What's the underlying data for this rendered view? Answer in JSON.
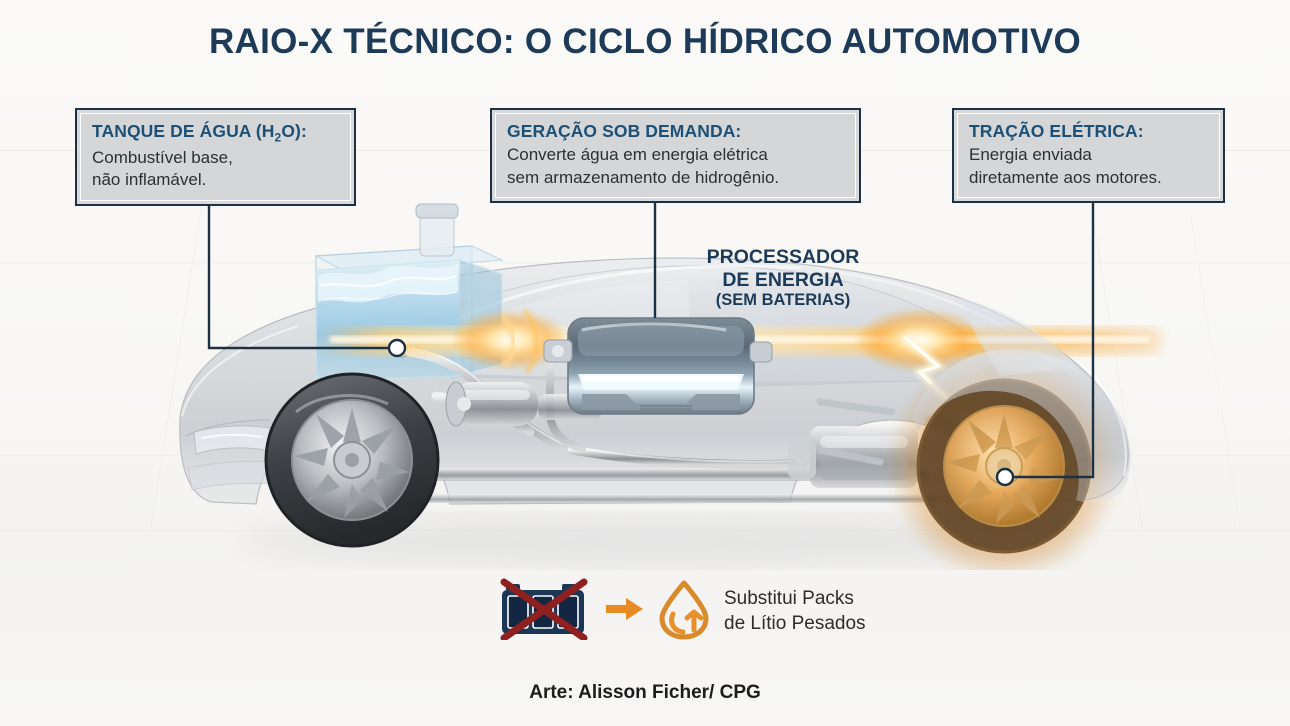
{
  "title": "RAIO-X TÉCNICO: O CICLO HÍDRICO AUTOMOTIVO",
  "colors": {
    "background": "#f8f7f4",
    "heading_navy": "#1d3b59",
    "callout_title_blue": "#1d5076",
    "body_text": "#2d2f31",
    "leader_line": "#1d3144",
    "energy_orange": "#f2a13a",
    "water_blue": "#a8d4e6",
    "battery_navy": "#1c3656",
    "cross_red": "#8e2020"
  },
  "callouts": [
    {
      "id": "tanque-de-agua",
      "title_pre": "TANQUE DE ÁGUA (H",
      "title_sub": "2",
      "title_post": "O):",
      "body_line1": "Combustível base,",
      "body_line2": "não inflamável."
    },
    {
      "id": "geracao-sob-demanda",
      "title": "GERAÇÃO SOB DEMANDA:",
      "body_line1": "Converte água em energia elétrica",
      "body_line2": "sem armazenamento de hidrogênio."
    },
    {
      "id": "tracao-eletrica",
      "title": "TRAÇÃO ELÉTRICA:",
      "body_line1": "Energia enviada",
      "body_line2": "diretamente aos motores."
    }
  ],
  "center_label": {
    "line1": "PROCESSADOR",
    "line2": "DE ENERGIA",
    "line3": "(SEM BATERIAS)"
  },
  "legend": {
    "battery_icon": "battery-crossed-out-icon",
    "arrow_icon": "right-arrow-icon",
    "droplet_icon": "water-droplet-recycle-icon",
    "text": "Substitui Packs\nde Lítio Pesados"
  },
  "credit": "Arte: Alisson Ficher/ CPG",
  "illustration": {
    "subject": "cutaway-sedan-xray",
    "parts": [
      "water-tank",
      "energy-processor",
      "drivetrain-piping",
      "front-wheel",
      "rear-wheel-glowing",
      "energy-beam"
    ]
  }
}
